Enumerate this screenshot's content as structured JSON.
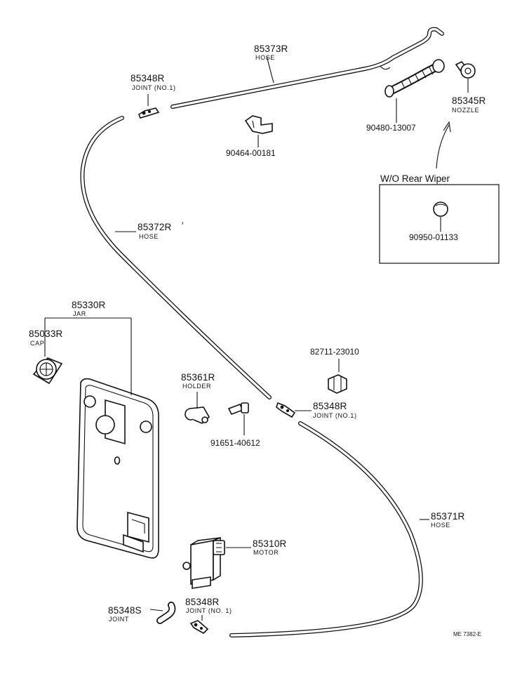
{
  "labels": {
    "hose_upper_num": "85373R",
    "hose_upper_name": "HOSE",
    "joint_top_num": "85348R",
    "joint_top_name": "JOINT (NO.1)",
    "clip_num": "90464-00181",
    "hose_nozzle_num": "90480-13007",
    "nozzle_num": "85345R",
    "nozzle_name": "NOZZLE",
    "box_title": "W/O Rear Wiper",
    "plug_num": "90950-01133",
    "hose_mid_num": "85372R",
    "hose_mid_mark": "′",
    "hose_mid_name": "HOSE",
    "jar_num": "85330R",
    "jar_name": "JAR",
    "cap_num": "85033R",
    "cap_name": "CAP",
    "bracket_num": "82711-23010",
    "holder_num": "85361R",
    "holder_name": "HOLDER",
    "joint_mid_num": "85348R",
    "joint_mid_name": "JOINT (NO.1)",
    "bolt_num": "91651-40612",
    "hose_low_num": "85371R",
    "hose_low_name": "HOSE",
    "motor_num": "85310R",
    "motor_name": "MOTOR",
    "joint_s_num": "85348S",
    "joint_s_name": "JOINT",
    "joint_low_num": "85348R",
    "joint_low_name": "JOINT (NO. 1)",
    "drawing_code": "ME 7382-E"
  }
}
